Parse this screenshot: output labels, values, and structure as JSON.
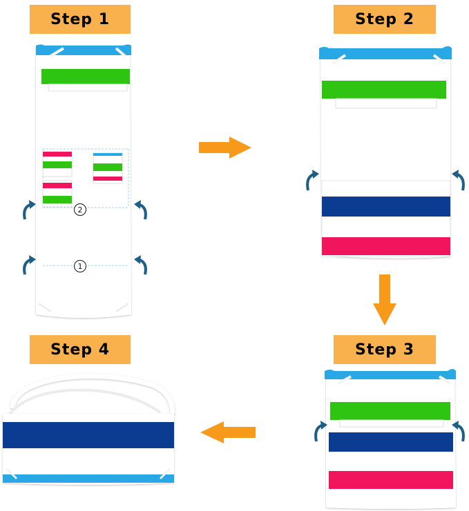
{
  "steps": {
    "step1": {
      "label": "Step 1"
    },
    "step2": {
      "label": "Step 2"
    },
    "step3": {
      "label": "Step 3"
    },
    "step4": {
      "label": "Step 4"
    }
  },
  "fold_markers": {
    "marker1": "1",
    "marker2": "2"
  },
  "colors": {
    "label_bg": "#f9b14e",
    "arrow_orange": "#f79a1c",
    "stripe_sky_blue": "#29a8e6",
    "stripe_green": "#2fc412",
    "stripe_navy": "#0a3d91",
    "stripe_pink": "#f0155c",
    "curl_arrow": "#1e5f86",
    "fold_line": "#9fd3ee"
  },
  "icons": [
    "curved-fold-arrow-icon",
    "right-arrow-icon",
    "down-arrow-icon",
    "left-arrow-icon"
  ]
}
